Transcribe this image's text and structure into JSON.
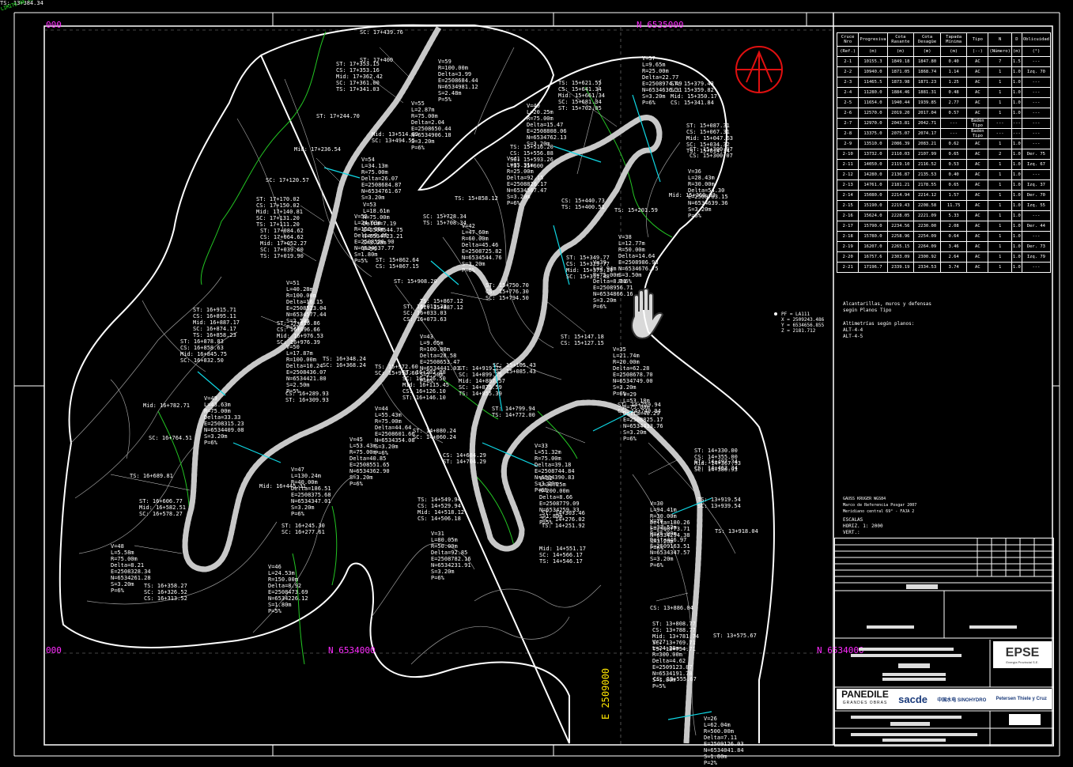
{
  "canvas": {
    "north_labels": [
      "N 6534000",
      "N 6535000",
      "N 6534000"
    ],
    "east_label": "E 2509000",
    "grid_label_top": "000",
    "grid_label_left": "000"
  },
  "side_notes": {
    "pf_label": "PF = LA111",
    "pf_x": "X = 2509243.486",
    "pf_y": "Y = 6534656.855",
    "pf_z": "Z = 2181.712",
    "note1": "Alcantarillas, muros y defensas",
    "note2": "según Planos Tipo",
    "note3": "Altimetrías según planos:",
    "note4": "ALT-4-4",
    "note5": "ALT-4-5",
    "proj1": "GAUSS KRUGER WGS84",
    "proj2": "Marco de Referencia Posgar 2007",
    "proj3": "Meridiano central 69° - FAJA 2",
    "scale_title": "ESCALAS",
    "scale_h": "HORIZ. 1: 2000",
    "scale_v": "VERT.:"
  },
  "table": {
    "headers": [
      "Cruce Nro",
      "Progresiva",
      "Cota Rasante",
      "Cota Desagüe",
      "Tapada Mínima",
      "Tipo",
      "N",
      "D",
      "Oblicuidad"
    ],
    "units": [
      "(Ref.)",
      "(m)",
      "(m)",
      "(m)",
      "(m)",
      "(--)",
      "(Número)",
      "(m)",
      "(°)"
    ],
    "rows": [
      [
        "2-1",
        "10155.3",
        "1849.18",
        "1847.80",
        "0.40",
        "AC",
        "7",
        "1.5",
        "---"
      ],
      [
        "2-2",
        "10940.0",
        "1871.05",
        "1868.74",
        "1.14",
        "AC",
        "1",
        "1.0",
        "Izq. 70"
      ],
      [
        "2-3",
        "11465.5",
        "1873.98",
        "1871.23",
        "1.25",
        "AC",
        "1",
        "1.0",
        "---"
      ],
      [
        "2-4",
        "11280.0",
        "1884.46",
        "1881.31",
        "0.48",
        "AC",
        "1",
        "1.0",
        "---"
      ],
      [
        "2-5",
        "11654.0",
        "1940.44",
        "1939.85",
        "2.77",
        "AC",
        "1",
        "1.0",
        "---"
      ],
      [
        "2-6",
        "12570.0",
        "2019.20",
        "2017.04",
        "0.57",
        "AC",
        "1",
        "1.0",
        "---"
      ],
      [
        "2-7",
        "12970.0",
        "2043.81",
        "2042.71",
        "---",
        "Badén Tipo",
        "---",
        "---",
        "---"
      ],
      [
        "2-8",
        "13375.0",
        "2075.07",
        "2074.17",
        "---",
        "Badén Tipo",
        "---",
        "---",
        "---"
      ],
      [
        "2-9",
        "13510.0",
        "2086.39",
        "2083.21",
        "0.62",
        "AC",
        "1",
        "1.0",
        "---"
      ],
      [
        "2-10",
        "13732.0",
        "2110.03",
        "2107.99",
        "0.65",
        "AC",
        "2",
        "1.0",
        "Der. 75"
      ],
      [
        "2-11",
        "14050.0",
        "2119.10",
        "2116.52",
        "0.53",
        "AC",
        "1",
        "1.0",
        "Izq. 67"
      ],
      [
        "2-12",
        "14280.0",
        "2136.87",
        "2135.53",
        "0.40",
        "AC",
        "1",
        "1.0",
        "---"
      ],
      [
        "2-13",
        "14761.0",
        "2181.21",
        "2178.55",
        "0.65",
        "AC",
        "1",
        "1.0",
        "Izq. 37"
      ],
      [
        "2-14",
        "15080.0",
        "2214.94",
        "2214.12",
        "1.57",
        "AC",
        "1",
        "1.0",
        "Der. 70"
      ],
      [
        "2-15",
        "15190.0",
        "2219.43",
        "2208.58",
        "11.75",
        "AC",
        "1",
        "1.0",
        "Izq. 55"
      ],
      [
        "2-16",
        "15624.0",
        "2228.05",
        "2221.09",
        "5.33",
        "AC",
        "1",
        "1.0",
        "---"
      ],
      [
        "2-17",
        "15790.0",
        "2234.56",
        "2230.00",
        "2.08",
        "AC",
        "1",
        "1.0",
        "Der. 44"
      ],
      [
        "2-18",
        "15780.0",
        "2258.96",
        "2254.09",
        "0.64",
        "AC",
        "1",
        "1.0",
        "---"
      ],
      [
        "2-19",
        "16207.0",
        "2265.15",
        "2264.09",
        "3.46",
        "AC",
        "1",
        "1.0",
        "Der. 73"
      ],
      [
        "2-20",
        "16757.6",
        "2303.09",
        "2300.92",
        "2.64",
        "AC",
        "1",
        "1.0",
        "Izq. 79"
      ],
      [
        "2-21",
        "17196.7",
        "2339.19",
        "2334.53",
        "3.74",
        "AC",
        "1",
        "1.0",
        "---"
      ]
    ]
  },
  "logos": {
    "epse": "EPSE",
    "epse_sub": "Energía Provincial S.E.",
    "panedile": "PANEDILE",
    "panedile_sub": "GRANDES OBRAS",
    "sacde": "sacde",
    "sinohydro": "中国水电 SINOHYDRO",
    "petersen": "Petersen Thiele y Cruz"
  },
  "labels": [
    {
      "t": "SC: 17+439.76"
    },
    {
      "t": "ST: 17+400"
    },
    {
      "t": "V=59\nR=100.00m\nDelta=3.99\nE=2508684.44\nN=6534981.12\nS=2.48m\nP=5%"
    },
    {
      "t": "ST: 17+353.15\nCS: 17+353.16\nMid: 17+362.42\nSC: 17+361.00\nTS: 17+341.03"
    },
    {
      "t": "V=55\nL=2.87m\nR=75.00m\nDelta=2.04\nE=2508650.44\nN=6534906.18\nS=3.20m\nP=6%"
    },
    {
      "t": "ST: 17+244.70"
    },
    {
      "t": "Mid: 17+236.54"
    },
    {
      "t": "SC: 17+120.57"
    },
    {
      "t": "V=54\nL=34.13m\nR=75.00m\nDelta=26.07\nE=2508684.87\nN=6534761.67\nS=3.20m"
    },
    {
      "t": "ST: 17+170.02\nCS: 17+150.02\nMid: 17+140.81\nSC: 17+131.20\nTS: 17+111.20"
    },
    {
      "t": "V=53\nL=18.61m\nR=75.00m\nDelta=7.19\nE=2508544.75\nN=6534723.21\nS=3.20m\nP=5%"
    },
    {
      "t": "ST: 17+084.62\nCS: 17+064.62\nMid: 17+052.27\nSC: 17+039.60\nTS: 17+019.90"
    },
    {
      "t": "V=52\nL=24.63m\nR=150.00m\nDelta=9.40\nE=2508520.90\nN=6534637.77\nS=1.80m\nP=5%"
    },
    {
      "t": "V=51\nL=40.28m\nR=100.00m\nDelta=16.15\nE=2508523.04\nN=6534577.44\nS=2.50m\nP=5%"
    },
    {
      "t": "ST: 16+915.71\nCS: 16+895.11\nMid: 16+887.17\nSC: 16+874.17\nTS: 16+858.23"
    },
    {
      "t": "ST: 16+878.83\nCS: 16+858.63\nMid: 16+845.75\nSC: 16+832.50"
    },
    {
      "t": "ST: 17+016.86\nCS: 16+996.66\nMid: 16+976.53\nSC: 16+976.39"
    },
    {
      "t": "V=50\nL=17.87m\nR=100.00m\nDelta=10.24\nE=2508436.07\nN=6534421.80\nS=2.50m\nP=5%"
    },
    {
      "t": "V=49\nL=43.63m\nR=75.00m\nDelta=33.33\nE=2508315.23\nN=6534409.08\nS=3.20m\nP=6%"
    },
    {
      "t": "Mid: 16+782.71"
    },
    {
      "t": "SC: 16+764.51"
    },
    {
      "t": "TS: 16+689.81"
    },
    {
      "t": "ST: 16+606.77\nMid: 16+582.51\nSC: 16+578.27"
    },
    {
      "t": "V=48\nL=5.58m\nR=75.00m\nDelta=8.21\nE=2508328.34\nN=6534261.28\nS=3.20m\nP=6%"
    },
    {
      "t": "TS: 16+358.27\nSC: 16+326.52\nCS: 16+313.52"
    },
    {
      "t": "V=47\nL=130.24m\nR=40.00m\nDelta=186.51\nE=2508375.68\nN=6534347.01\nS=3.20m\nP=6%"
    },
    {
      "t": "Mid: 16+445.31"
    },
    {
      "t": "ST: 16+245.30\nSC: 16+277.61"
    },
    {
      "t": "V=46\nL=24.53m\nR=150.00m\nDelta=8.92\nE=2508473.69\nN=6534226.12\nS=1.80m\nP=5%"
    },
    {
      "t": "CS: 16+289.93\nST: 16+309.93"
    },
    {
      "t": "TS: 16+348.24\nSC: 16+368.24"
    },
    {
      "t": "V=45\nL=53.43m\nR=75.00m\nDelta=40.85\nE=2508551.65\nN=6534362.90\nS=3.20m\nP=6%"
    },
    {
      "t": "V=44\nL=55.43m\nR=75.00m\nDelta=44.64\nE=2508601.66\nN=6534354.08\nS=3.20m\nP=6%"
    },
    {
      "t": "ST: 16+202.88\nSC: 16+126.50\nMid: 16+115.45\nCS: 16+126.10\nST: 16+146.10"
    },
    {
      "t": "ST: 16+013.33\nSC: 16+033.03\nCS: 16+073.63"
    },
    {
      "t": "TS: 15+972.60\nSC: 15+992.60"
    },
    {
      "t": "V=43\nL=9.65m\nR=100.00m\nDelta=28.58\nE=2508653.47\nN=6534441.03\nS=2.50m\nP=6%"
    },
    {
      "t": "TS: 15+867.12\nSC: 15+887.12"
    },
    {
      "t": "ST: 15+862.64\nCS: 15+867.15"
    },
    {
      "t": "ST: 15+908.20"
    },
    {
      "t": "SC: 15+728.34\nTS: 15+708.34"
    },
    {
      "t": "ST: 15+750.70\nCS: 15+776.30\nSC: 15+794.50"
    },
    {
      "t": "TS: 15+858.12"
    },
    {
      "t": "V=42\nL=47.60m\nR=60.00m\nDelta=45.46\nE=2508725.82\nN=6534544.76\nS=3.20m\nP=6%"
    },
    {
      "t": "V=41\nL=35.31m\nR=25.00m\nDelta=92.15\nE=2508826.17\nN=6534567.47\nS=3.20m\nP=6%"
    },
    {
      "t": "TS: 15+516.20\nCS: 15+556.88\nSC: 15+593.26\nTS: 15+600"
    },
    {
      "t": "TS: 15+621.55\nCS: 15+641.34\nMid: 15+661.34\nSC: 15+681.34\nST: 15+702.05"
    },
    {
      "t": "V=40\nL=20.25m\nR=75.00m\nDelta=15.47\nE=2508808.06\nN=6534762.13\nS=3.20m"
    },
    {
      "t": "CS: 15+440.73\nTS: 15+400.51"
    },
    {
      "t": "ST: 15+349.77\nCS: 15+329.77\nMid: 15+375.14\nSC: 15+311.48"
    },
    {
      "t": "V=39\nL=3.94m\nR=75.00m\nDelta=8.21\nE=2508956.71\nN=6534866.16\nS=3.20m\nP=6%"
    },
    {
      "t": "V=38\nL=12.77m\nR=50.00m\nDelta=14.64\nE=2508986.98\nN=6534676.75\nS=3.50m\nP=6%"
    },
    {
      "t": "V=37\nL=9.65m\nR=25.00m\nDelta=22.77\nE=2508974.49\nN=6534636.31\nS=3.20m\nP=6%"
    },
    {
      "t": "ST: 15+379.43\nSC: 15+359.82\nMid: 15+350.17\nCS: 15+341.84"
    },
    {
      "t": "ST: 15+087.31\nCS: 15+067.31\nMid: 15+047.63\nSC: 15+034.32\nTS: 15+014.34"
    },
    {
      "t": "ST: 15+300.07\nCS: 15+300.07"
    },
    {
      "t": "V=36\nL=28.43m\nR=30.00m\nDelta=54.30\nE=2508703.15\nN=6534639.36\nS=3.20m\nP=6%"
    },
    {
      "t": "Mid: 15+260.83"
    },
    {
      "t": "TS: 15+201.59"
    },
    {
      "t": "ST: 15+147.18\nCS: 15+127.15"
    },
    {
      "t": "V=35\nL=21.74m\nR=20.00m\nDelta=62.28\nE=2508678.70\nN=6534749.00\nS=3.20m\nP=6%"
    },
    {
      "t": "SC: 15+105.43\nTS: 15+085.43"
    },
    {
      "t": "ST: 14+919.75\nSC: 14+899.75\nMid: 14+887.57\nSC: 14+875.59\nTS: 14+855.39"
    },
    {
      "t": "V=29\nL=53.18m\nR=75.00m\nDelta=40.29\nE=2508825.17\nN=6534433.76\nS=3.20m\nP=6%"
    },
    {
      "t": "ST: 14+759.94\nCS: 14+749.94"
    },
    {
      "t": "ST: 14+799.94\nTS: 14+772.00"
    },
    {
      "t": "CS: 14+684.29\nST: 14+704.29"
    },
    {
      "t": "ST: 14+080.24\nSC: 14+060.24"
    },
    {
      "t": "V=33\nL=51.32m\nR=75.00m\nDelta=39.18\nE=2508744.84\nN=6534390.83\nS=3.20m\nP=6%"
    },
    {
      "t": "V=32\nL=30.25m\nR=200.00m\nDelta=8.66\nE=2508779.09\nN=6534259.33\nS=1.80m\nP=5%"
    },
    {
      "t": "TS: 14+549.94\nCS: 14+529.94\nMid: 14+518.12\nCS: 14+506.18"
    },
    {
      "t": "ST: 14+303.46\nSC: 14+276.02\nTS: 14+251.92"
    },
    {
      "t": "V=31\nL=80.05m\nR=50.00m\nDelta=92.85\nE=2508782.16\nN=6534231.91\nS=3.20m\nP=6%"
    },
    {
      "t": "Mid: 14+551.17\nSC: 14+566.17\nTS: 14+546.17"
    },
    {
      "t": "ST: 14+330.00\nCS: 14+355.00\nMid: 14+367.93\nSC: 14+380.93"
    },
    {
      "t": "ST: 14+497.34\nCS: 14+462.34"
    },
    {
      "t": "V=30\nL=94.41m\nR=30.00m\nDelta=180.26\nE=2508773.71\nN=6534294.38\nS=3.20m\nP=6%"
    },
    {
      "t": "TS: 13+919.54\nSC: 13+939.54"
    },
    {
      "t": "V=28\nL=33.52m\nR=25.00m\nDelta=46.97\nE=2509163.51\nN=6534347.57\nS=3.20m\nP=6%"
    },
    {
      "t": "TS: 13+918.04"
    },
    {
      "t": "CS: 13+886.04"
    },
    {
      "t": "ST: 13+808.77\nCS: 13+788.77\nMid: 13+781.74\nSC: 13+769.71\nTS: 13+754.71"
    },
    {
      "t": "V=27\nL=24.28m\nR=300.00m\nDelta=4.62\nE=2509123.87\nN=6534191.78\nS=1.80m\nP=5%"
    },
    {
      "t": "ST: 13+575.67"
    },
    {
      "t": "CS: 13+555.67"
    },
    {
      "t": "Mid: 13+514.89\nSC: 13+494.55"
    },
    {
      "t": "V=26\nL=62.04m\nR=500.00m\nDelta=7.11\nE=2509126.03\nN=6534041.84\nS=1.80m\nP=2%"
    },
    {
      "t": "TS: 13+384.34"
    },
    {
      "t": "LIMITE DE CORTE"
    },
    {
      "t": "LIMITE DE CORTE"
    }
  ]
}
